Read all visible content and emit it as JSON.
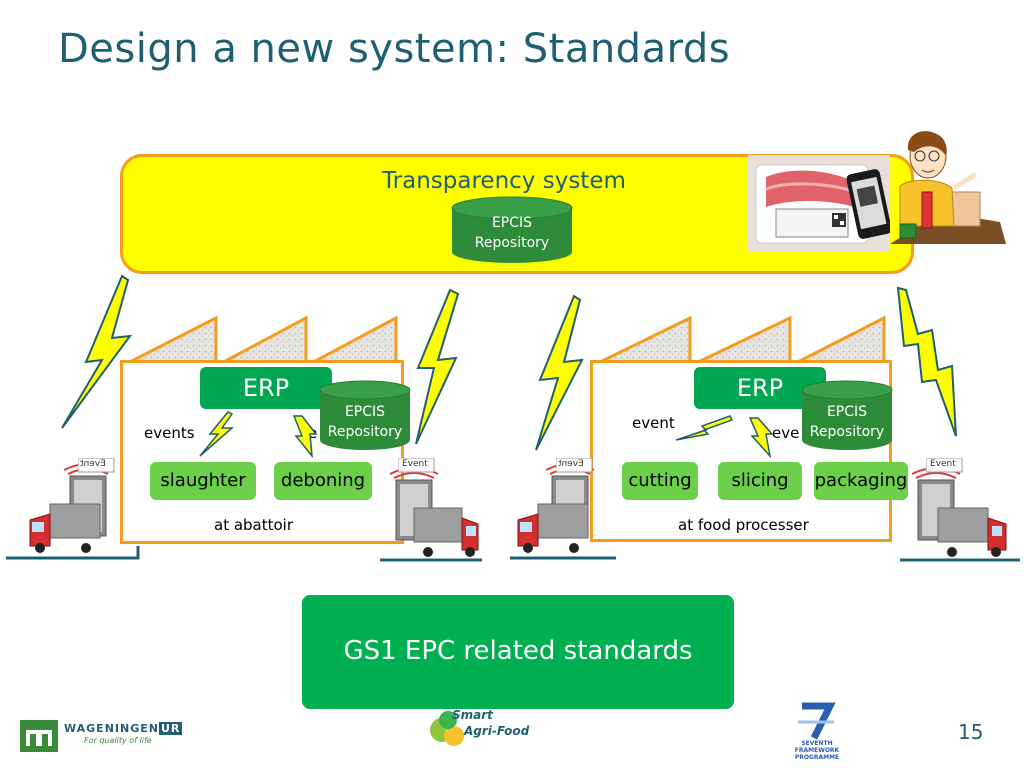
{
  "slide": {
    "title": "Design a new system: Standards",
    "page_number": "15"
  },
  "transparency": {
    "label": "Transparency system",
    "repo_line1": "EPCIS",
    "repo_line2": "Repository"
  },
  "abattoir": {
    "erp": "ERP",
    "repo_line1": "EPCIS",
    "repo_line2": "Repository",
    "event_left": "events",
    "event_right": "e",
    "steps": [
      "slaughter",
      "deboning"
    ],
    "caption": "at abattoir"
  },
  "processor": {
    "erp": "ERP",
    "repo_line1": "EPCIS",
    "repo_line2": "Repository",
    "event_left": "event",
    "event_right": "eve",
    "steps": [
      "cutting",
      "slicing",
      "packaging"
    ],
    "caption": "at food processer"
  },
  "gate_tag": "Event",
  "standards": {
    "label": "GS1 EPC related standards"
  },
  "logos": {
    "wageningen_name": "WAGENINGEN",
    "wageningen_suffix": "UR",
    "wageningen_tagline": "For quality of life",
    "smart_line1": "Smart",
    "smart_line2": "Agri-Food",
    "fp7_line1": "SEVENTH FRAMEWORK",
    "fp7_line2": "PROGRAMME"
  },
  "colors": {
    "title": "#1f5f72",
    "transparency_fill": "#ffff00",
    "border_orange": "#f39c1e",
    "erp_green": "#00a651",
    "step_green": "#6ccf4a",
    "standards_green": "#00b050",
    "repo_green": "#2e8b3a"
  }
}
